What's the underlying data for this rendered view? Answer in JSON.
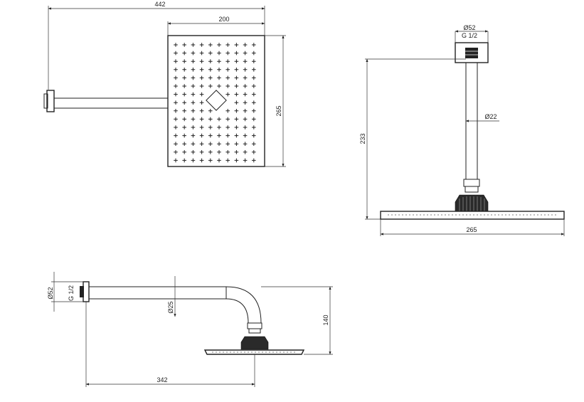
{
  "top_view": {
    "dim_overall_width": "442",
    "dim_head_width": "200",
    "dim_head_depth": "265",
    "plus_rows": 15,
    "plus_cols": 10
  },
  "front_view": {
    "dim_flange_diameter": "Ø52",
    "dim_thread": "G 1/2",
    "dim_pipe_diameter": "Ø22",
    "dim_height": "233",
    "dim_head_width": "265"
  },
  "side_view": {
    "dim_flange_diameter": "Ø52",
    "dim_thread": "G 1/2",
    "dim_arm_diameter": "Ø25",
    "dim_drop": "140",
    "dim_projection": "342"
  }
}
